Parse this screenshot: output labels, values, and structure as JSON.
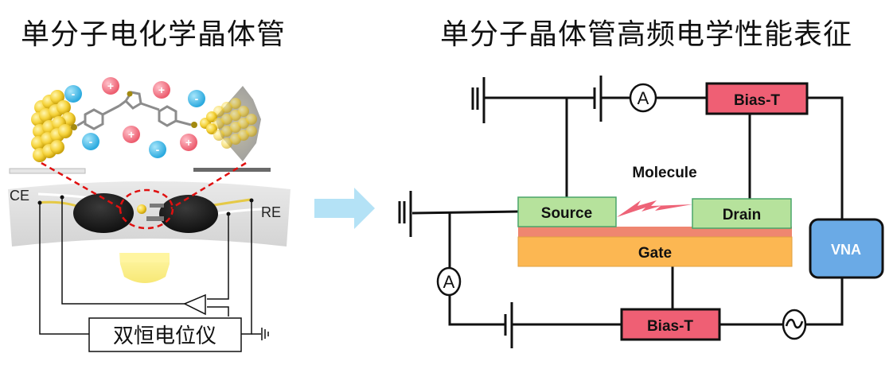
{
  "titles": {
    "left": "单分子电化学晶体管",
    "right": "单分子晶体管高频电学性能表征"
  },
  "left_panel": {
    "electrode_labels": {
      "counter": "CE",
      "reference": "RE"
    },
    "instrument_label": "双恒电位仪",
    "ions": [
      {
        "sign": "-",
        "type": "anion"
      },
      {
        "sign": "+",
        "type": "cation"
      },
      {
        "sign": "+",
        "type": "cation"
      },
      {
        "sign": "-",
        "type": "anion"
      },
      {
        "sign": "-",
        "type": "anion"
      },
      {
        "sign": "+",
        "type": "cation"
      },
      {
        "sign": "-",
        "type": "anion"
      },
      {
        "sign": "+",
        "type": "cation"
      }
    ]
  },
  "right_panel": {
    "molecule_label": "Molecule",
    "source_label": "Source",
    "drain_label": "Drain",
    "gate_label": "Gate",
    "bias_t_top_label": "Bias-T",
    "bias_t_bottom_label": "Bias-T",
    "vna_label": "VNA",
    "ammeter_symbol": "A",
    "ac_source_symbol": "~"
  },
  "colors": {
    "anion": "#3bb6e6",
    "cation": "#f06a7a",
    "gold": "#f5d23a",
    "bias_t": "#ef5f74",
    "source_drain": "#b6e29c",
    "source_drain_border": "#4aa56a",
    "dielectric": "#ef8670",
    "gate": "#fcb752",
    "vna": "#6aaae6",
    "arrow": "#b4e2f6",
    "lightning": "#ee6377",
    "red_dash": "#e01010"
  }
}
